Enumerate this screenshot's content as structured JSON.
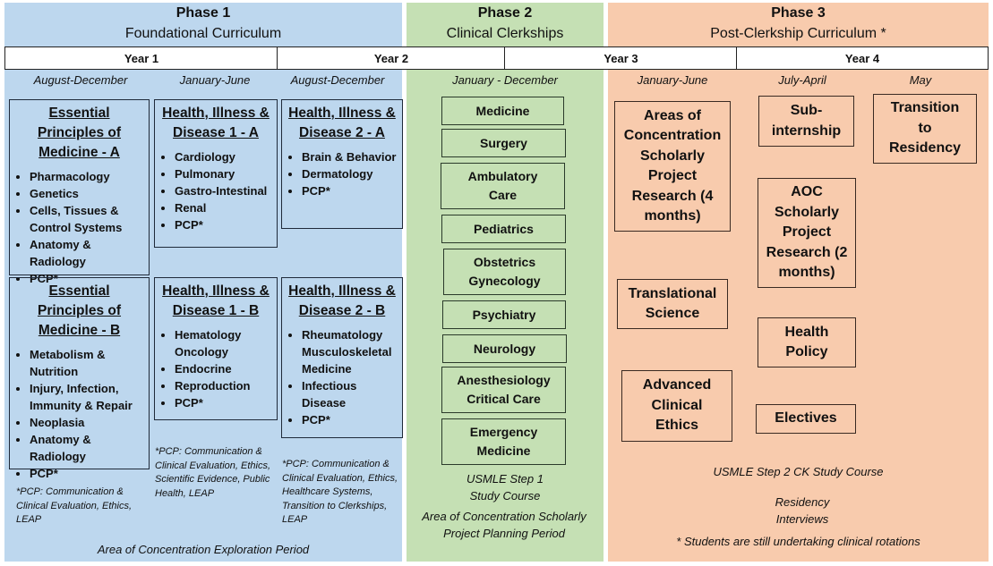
{
  "phases": [
    {
      "name": "Phase 1",
      "subtitle": "Foundational Curriculum",
      "color": "#bdd7ee"
    },
    {
      "name": "Phase 2",
      "subtitle": "Clinical Clerkships",
      "color": "#c5e0b4"
    },
    {
      "name": "Phase 3",
      "subtitle": "Post-Clerkship Curriculum *",
      "color": "#f8cbad"
    }
  ],
  "years": [
    "Year 1",
    "Year 2",
    "Year 3",
    "Year 4"
  ],
  "phase1": {
    "periods": [
      "August-December",
      "January-June",
      "August-December"
    ],
    "modules": [
      {
        "title": "Essential Principles of Medicine - A",
        "items": [
          "Pharmacology",
          "Genetics",
          "Cells, Tissues & Control Systems",
          "Anatomy & Radiology",
          "PCP*"
        ]
      },
      {
        "title": "Essential Principles of Medicine - B",
        "items": [
          "Metabolism & Nutrition",
          "Injury, Infection, Immunity & Repair",
          "Neoplasia",
          "Anatomy & Radiology",
          "PCP*"
        ]
      },
      {
        "title": "Health, Illness & Disease 1 - A",
        "items": [
          "Cardiology",
          "Pulmonary",
          "Gastro-Intestinal",
          "Renal",
          "PCP*"
        ]
      },
      {
        "title": "Health, Illness & Disease 1 - B",
        "items": [
          "Hematology Oncology",
          "Endocrine",
          "Reproduction",
          "PCP*"
        ]
      },
      {
        "title": "Health, Illness & Disease 2 - A",
        "items": [
          "Brain & Behavior",
          "Dermatology",
          "PCP*"
        ]
      },
      {
        "title": "Health, Illness & Disease 2 - B",
        "items": [
          "Rheumatology Musculoskeletal Medicine",
          "Infectious Disease",
          "PCP*"
        ]
      }
    ],
    "notes": [
      "*PCP: Communication & Clinical Evaluation, Ethics, LEAP",
      "*PCP: Communication & Clinical Evaluation, Ethics, Scientific Evidence, Public Health, LEAP",
      "*PCP: Communication & Clinical Evaluation, Ethics, Healthcare Systems, Transition to Clerkships, LEAP"
    ],
    "footer": "Area of Concentration Exploration Period"
  },
  "phase2": {
    "period": "January - December",
    "clerkships": [
      "Medicine",
      "Surgery",
      "Ambulatory Care",
      "Pediatrics",
      "Obstetrics Gynecology",
      "Psychiatry",
      "Neurology",
      "Anesthesiology Critical Care",
      "Emergency Medicine"
    ],
    "step1": "USMLE Step 1 Study Course",
    "planning": "Area of Concentration Scholarly Project Planning Period"
  },
  "phase3": {
    "periods": [
      "January-June",
      "July-April",
      "May"
    ],
    "blocks": {
      "aoc4": "Areas of Concentration Scholarly Project Research (4 months)",
      "translational": "Translational Science",
      "ethics": "Advanced Clinical Ethics",
      "subint": "Sub-internship",
      "aoc2": "AOC Scholarly Project Research (2 months)",
      "policy": "Health Policy",
      "electives": "Electives",
      "transition": "Transition to Residency"
    },
    "step2": "USMLE Step 2 CK Study Course",
    "interviews": "Residency Interviews",
    "footnote": "* Students are still undertaking clinical rotations"
  }
}
